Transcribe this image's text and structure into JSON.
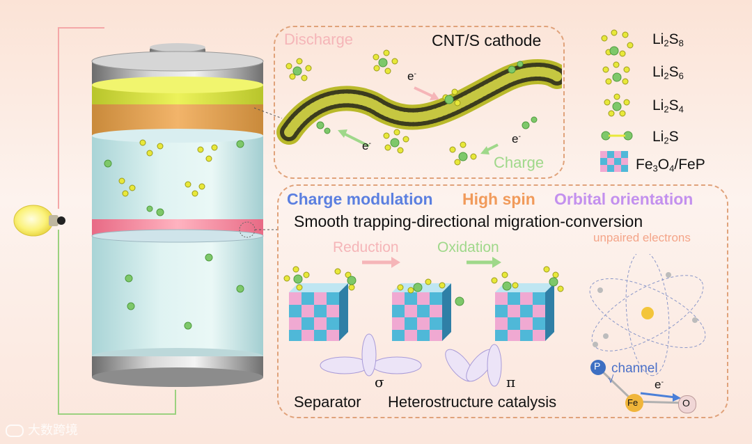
{
  "cathode": {
    "title": "CNT/S cathode",
    "discharge": "Discharge",
    "charge": "Charge",
    "electron": "e",
    "electron_sup": "-"
  },
  "legend": {
    "li2s8": {
      "a": "Li",
      "b": "2",
      "c": "S",
      "d": "8"
    },
    "li2s6": {
      "a": "Li",
      "b": "2",
      "c": "S",
      "d": "6"
    },
    "li2s4": {
      "a": "Li",
      "b": "2",
      "c": "S",
      "d": "4"
    },
    "li2s": {
      "a": "Li",
      "b": "2",
      "c": "S"
    },
    "fe3o4": {
      "a": "Fe",
      "b": "3",
      "c": "O",
      "d": "4",
      "e": "/FeP"
    }
  },
  "separator": {
    "charge_modulation": "Charge modulation",
    "high_spin": "High spin",
    "orbital_orientation": "Orbital orientation",
    "subtitle": "Smooth trapping-directional migration-conversion",
    "reduction": "Reduction",
    "oxidation": "Oxidation",
    "unpaired": "unpaired electrons",
    "sigma": "σ",
    "pi": "π",
    "channel": "channel",
    "check": "√",
    "p": "P",
    "fe": "Fe",
    "o": "O",
    "bottom_left": "Separator",
    "bottom_right": "Heterostructure catalysis"
  },
  "watermark": "大数跨境",
  "colors": {
    "charge_modulation": "#5b7fe0",
    "high_spin": "#f19a5a",
    "orbital_orientation": "#c390ee",
    "discharge": "#f5b5b8",
    "charge": "#9fd88a",
    "panel_border": "#e0a27a"
  }
}
